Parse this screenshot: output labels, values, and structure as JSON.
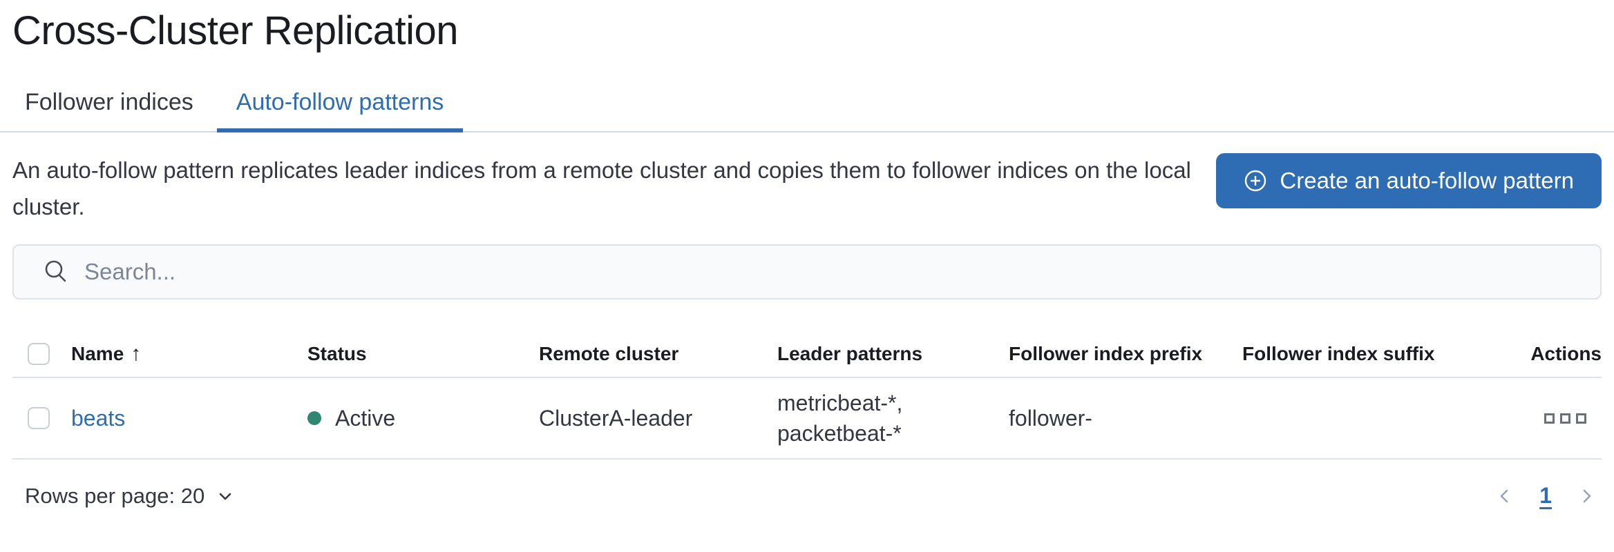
{
  "page": {
    "title": "Cross-Cluster Replication"
  },
  "tabs": [
    {
      "label": "Follower indices",
      "active": false
    },
    {
      "label": "Auto-follow patterns",
      "active": true
    }
  ],
  "description": "An auto-follow pattern replicates leader indices from a remote cluster and copies them to follower indices on the local cluster.",
  "create_button": {
    "label": "Create an auto-follow pattern",
    "icon": "plus-in-circle-icon"
  },
  "search": {
    "placeholder": "Search...",
    "value": "",
    "icon": "search-icon"
  },
  "table": {
    "columns": {
      "name": "Name",
      "status": "Status",
      "remote_cluster": "Remote cluster",
      "leader_patterns": "Leader patterns",
      "follower_index_prefix": "Follower index prefix",
      "follower_index_suffix": "Follower index suffix",
      "actions": "Actions"
    },
    "sort": {
      "column": "Name",
      "direction": "ascending",
      "arrow": "↑"
    },
    "select_all_checked": false,
    "rows": [
      {
        "selected": false,
        "name": "beats",
        "status": "Active",
        "remote_cluster": "ClusterA-leader",
        "leader_patterns": "metricbeat-*, packetbeat-*",
        "follower_index_prefix": "follower-",
        "follower_index_suffix": "",
        "actions_icon": "boxes-horizontal-icon"
      }
    ]
  },
  "footer": {
    "rows_per_page_label": "Rows per page: 20",
    "pagination": {
      "current_page": "1"
    }
  },
  "colors": {
    "primary_blue": "#2e6cb3",
    "status_active_dot": "#2f8672",
    "divider": "#d3dae6",
    "text": "#343741",
    "heading_text": "#1a1c21",
    "muted_gray": "#69707d",
    "search_bg": "#f9fafc"
  }
}
